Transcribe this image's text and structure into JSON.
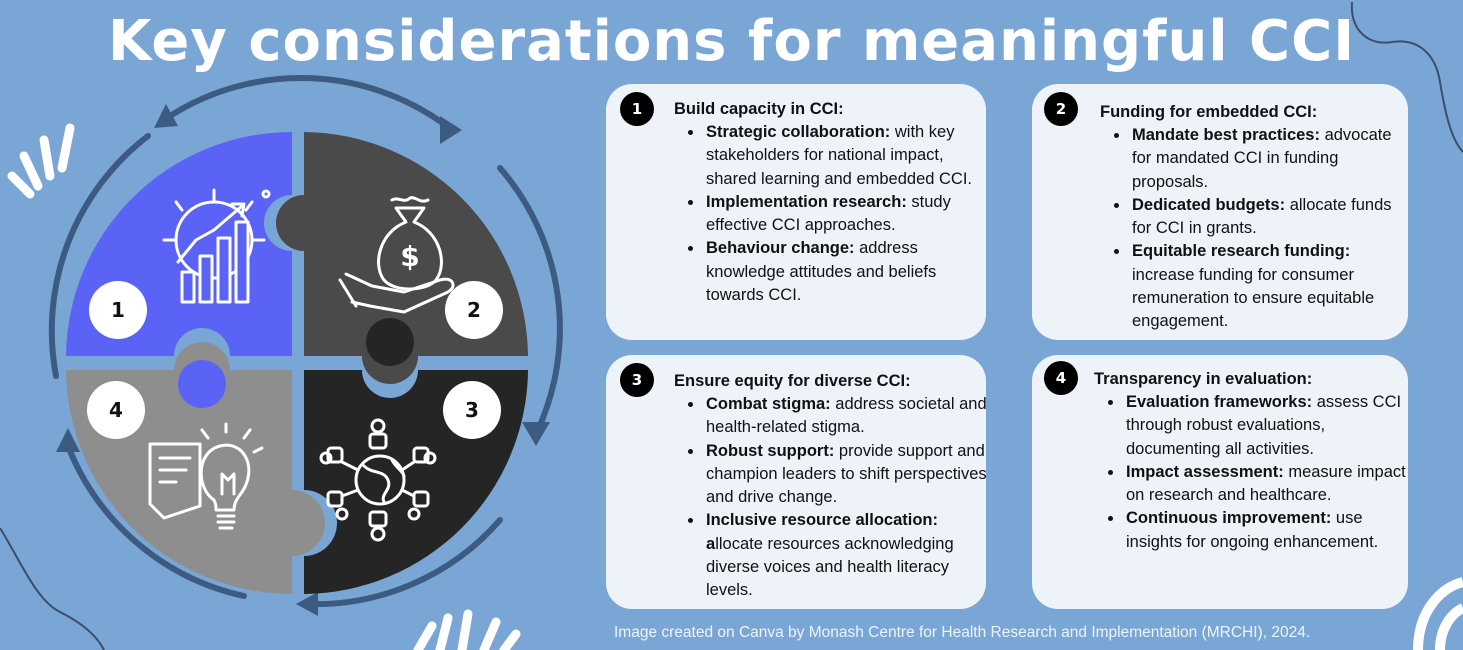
{
  "title": "Key considerations for meaningful CCI",
  "puzzle": {
    "pieces": [
      {
        "number": "1",
        "icon": "growth-chart-gear-icon",
        "color": "#5b63f7"
      },
      {
        "number": "2",
        "icon": "money-bag-hand-icon",
        "color": "#4a4a4a"
      },
      {
        "number": "3",
        "icon": "global-network-icon",
        "color": "#252525"
      },
      {
        "number": "4",
        "icon": "idea-document-lightbulb-icon",
        "color": "#8e8e8e"
      }
    ]
  },
  "cards": [
    {
      "number": "1",
      "title": "Build capacity in CCI:",
      "items": [
        {
          "bold": "Strategic collaboration:",
          "text": " with key stakeholders for national impact, shared learning and embedded CCI."
        },
        {
          "bold": "Implementation research:",
          "text": " study effective CCI approaches."
        },
        {
          "bold": "Behaviour change:",
          "text": " address knowledge attitudes and beliefs towards CCI."
        }
      ]
    },
    {
      "number": "2",
      "title": "Funding for embedded CCI:",
      "items": [
        {
          "bold": "Mandate best practices:",
          "text": " advocate for mandated CCI in funding proposals."
        },
        {
          "bold": "Dedicated budgets:",
          "text": " allocate funds for CCI in grants."
        },
        {
          "bold": "Equitable research funding:",
          "text": " increase funding for consumer remuneration to ensure equitable engagement."
        }
      ]
    },
    {
      "number": "3",
      "title": "Ensure equity for diverse CCI:",
      "items": [
        {
          "bold": "Combat stigma:",
          "text": " address societal and health-related stigma."
        },
        {
          "bold": "Robust support:",
          "text": " provide support and champion leaders to shift perspectives and drive change."
        },
        {
          "bold": "Inclusive resource allocation: a",
          "text": "llocate resources acknowledging diverse voices and health literacy levels."
        }
      ]
    },
    {
      "number": "4",
      "title": "Transparency in evaluation:",
      "items": [
        {
          "bold": "Evaluation frameworks:",
          "text": " assess CCI through robust evaluations, documenting all activities."
        },
        {
          "bold": "Impact assessment:",
          "text": " measure impact on research and healthcare."
        },
        {
          "bold": "Continuous improvement:",
          "text": " use insights for ongoing enhancement."
        }
      ]
    }
  ],
  "credit": "Image created on Canva by Monash Centre for Health Research and Implementation (MRCHI), 2024."
}
